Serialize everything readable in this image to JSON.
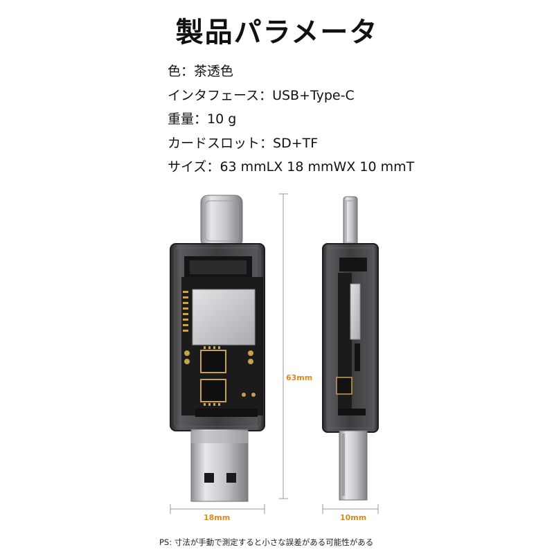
{
  "title": "製品パラメータ",
  "specs": [
    {
      "label": "色：",
      "value": "茶透色"
    },
    {
      "label": "インタフェース：",
      "value": "USB+Type-C"
    },
    {
      "label": "重量：",
      "value": "10 g"
    },
    {
      "label": "カードスロット：",
      "value": "SD+TF"
    },
    {
      "label": "サイズ：",
      "value": "63 mmLX 18 mmWX 10 mmT"
    }
  ],
  "dimensions": {
    "height": "63mm",
    "width": "18mm",
    "thickness": "10mm"
  },
  "note": "PS:  寸法が手動で測定すると小さな誤差がある可能性がある",
  "colors": {
    "dimension_label": "#d7891c",
    "shell": "#3a3a3c",
    "metal": "#c9cbcf",
    "pcb": "#1c1c1c",
    "chip_gold": "#c8a24a"
  }
}
